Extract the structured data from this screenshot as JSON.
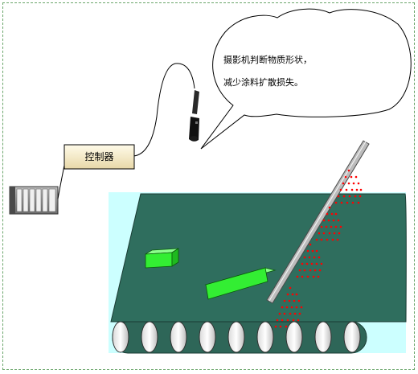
{
  "controller": {
    "label": "控制器"
  },
  "callout": {
    "line1": "摄影机判断物质形状，",
    "line2": "减少涂料扩散损失。"
  },
  "colors": {
    "frame_border": "#6aa56a",
    "background_panel": "#ccffff",
    "conveyor_belt": "#2f6e5e",
    "block_fill": "#33ee33",
    "spray_dots": "#ff0000",
    "controller_fill": "#f3e7c7"
  }
}
